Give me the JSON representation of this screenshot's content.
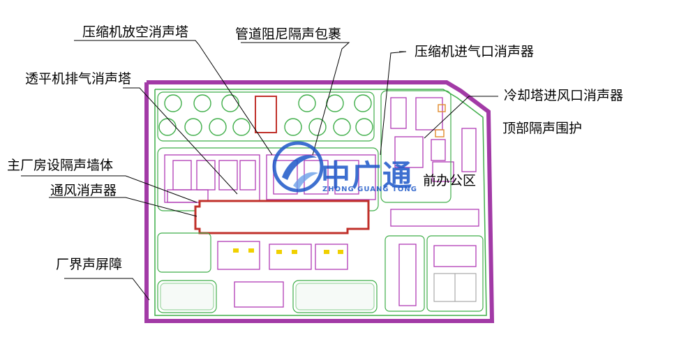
{
  "labels": {
    "compressor_vent_silencer": "压缩机放空消声塔",
    "pipe_damping_wrap": "管道阻尼隔声包裹",
    "compressor_inlet_silencer": "压缩机进气口消声器",
    "turbine_exhaust_silencer": "透平机排气消声塔",
    "cooling_tower_inlet_silencer": "冷却塔进风口消声器",
    "top_sound_enclosure": "顶部隔声围护",
    "main_building_sound_wall": "主厂房设隔声墙体",
    "ventilation_silencer": "通风消声器",
    "boundary_noise_barrier": "厂界声屏障",
    "office_area": "前办公区"
  },
  "watermark": {
    "brand": "中广通",
    "subtitle": "ZHONG GUANG TONG"
  },
  "colors": {
    "boundary": "#a23aa6",
    "structure": "#b03ab5",
    "main_building": "#c0302a",
    "green_line": "#3fae49",
    "watermark_blue": "#1c57c8"
  }
}
